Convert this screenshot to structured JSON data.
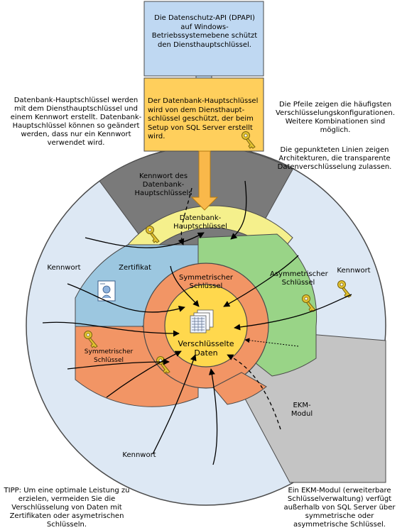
{
  "dpapi_box": {
    "text": "Die Datenschutz-API (DPAPI) auf Windows-Betriebssystemebene schützt den Diensthauptschlüssel."
  },
  "dbmk_box": {
    "text": "Der Datenbank-Hauptschlüssel wird von dem Diensthaupt-schlüssel geschützt, der beim Setup von SQL Server erstellt wird."
  },
  "notes": {
    "top_left": "Datenbank-Hauptschlüssel werden mit dem Diensthauptschlüssel und einem Kennwort erstellt. Datenbank-Hauptschlüssel können so geändert werden, dass nur ein Kennwort verwendet wird.",
    "top_right_1": "Die Pfeile zeigen die häufigsten Verschlüsselungskonfigurationen. Weitere Kombinationen sind möglich.",
    "top_right_2": "Die gepunkteten Linien zeigen Architekturen, die transparente Datenverschlüsselung zulassen.",
    "bottom_left": "TIPP: Um eine optimale Leistung zu erzielen, vermeiden Sie die Verschlüsselung von Daten mit Zertifikaten oder asymetrischen Schlüsseln.",
    "bottom_right": "Ein EKM-Modul (erweiterbare Schlüsselverwaltung) verfügt außerhalb von SQL Server über symmetrische oder asymmetrische Schlüssel."
  },
  "labels": {
    "kennwort_dbmk": "Kennwort des Datenbank-Hauptschlüssels",
    "datenbank_hauptschluessel": "Datenbank-Hauptschlüssel",
    "zertifikat": "Zertifikat",
    "asymmetrischer_schluessel": "Asymmetrischer Schlüssel",
    "symmetrischer_schluessel_inner": "Symmetrischer Schlüssel",
    "symmetrischer_schluessel_outer": "Symmetrischer Schlüssel",
    "verschluesselte_daten": "Verschlüsselte Daten",
    "ekm_modul": "EKM-Modul",
    "kennwort_left": "Kennwort",
    "kennwort_right": "Kennwort",
    "kennwort_bottom": "Kennwort"
  },
  "colors": {
    "outer_ring": "#dde8f4",
    "dark_wedge": "#7a7a7a",
    "ekm_wedge": "#c4c4c4",
    "dbmk_band": "#f5f08c",
    "certificate": "#9cc7e0",
    "asymmetric": "#99d487",
    "symmetric": "#f29565",
    "data_core": "#ffd84d",
    "dpapi_box": "#bfd8f2",
    "dbmk_box": "#ffcf5c",
    "arrow_fill": "#f9b84a"
  },
  "icons": [
    "key-icon",
    "certificate-icon",
    "data-pages-icon"
  ]
}
